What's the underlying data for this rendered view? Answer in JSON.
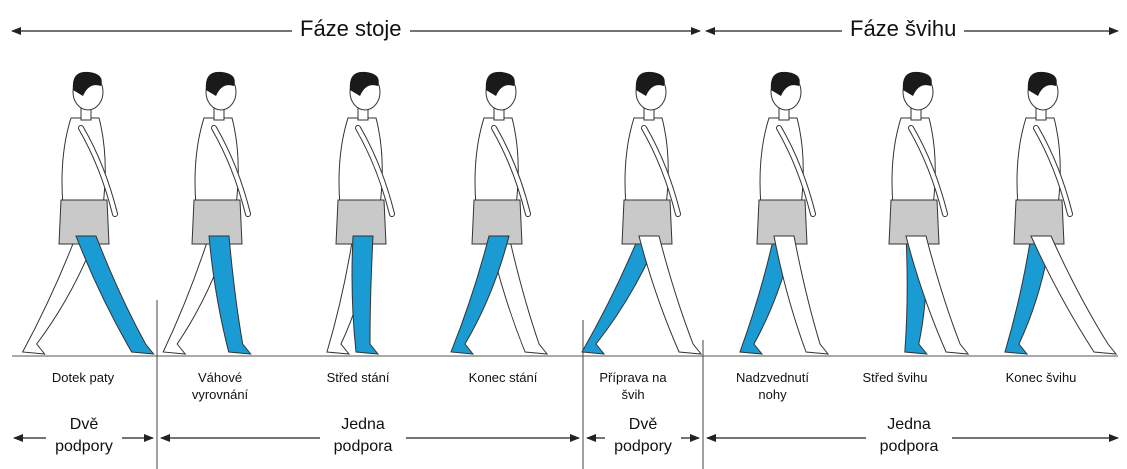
{
  "phases": {
    "stance": "Fáze stoje",
    "swing": "Fáze švihu"
  },
  "stages": [
    {
      "label": "Dotek paty"
    },
    {
      "label": "Váhové vyrovnání"
    },
    {
      "label": "Střed stání"
    },
    {
      "label": "Konec stání"
    },
    {
      "label": "Příprava na švih"
    },
    {
      "label": "Nadzvednutí nohy"
    },
    {
      "label": "Střed švihu"
    },
    {
      "label": "Konec švihu"
    }
  ],
  "supports": [
    {
      "line1": "Dvě",
      "line2": "podpory"
    },
    {
      "line1": "Jedna",
      "line2": "podpora"
    },
    {
      "line1": "Dvě",
      "line2": "podpory"
    },
    {
      "line1": "Jedna",
      "line2": "podpora"
    }
  ],
  "colors": {
    "highlight_leg": "#1a9bd3",
    "shorts": "#c9c9c9",
    "hair": "#1a1a1a",
    "outline": "#333333"
  }
}
